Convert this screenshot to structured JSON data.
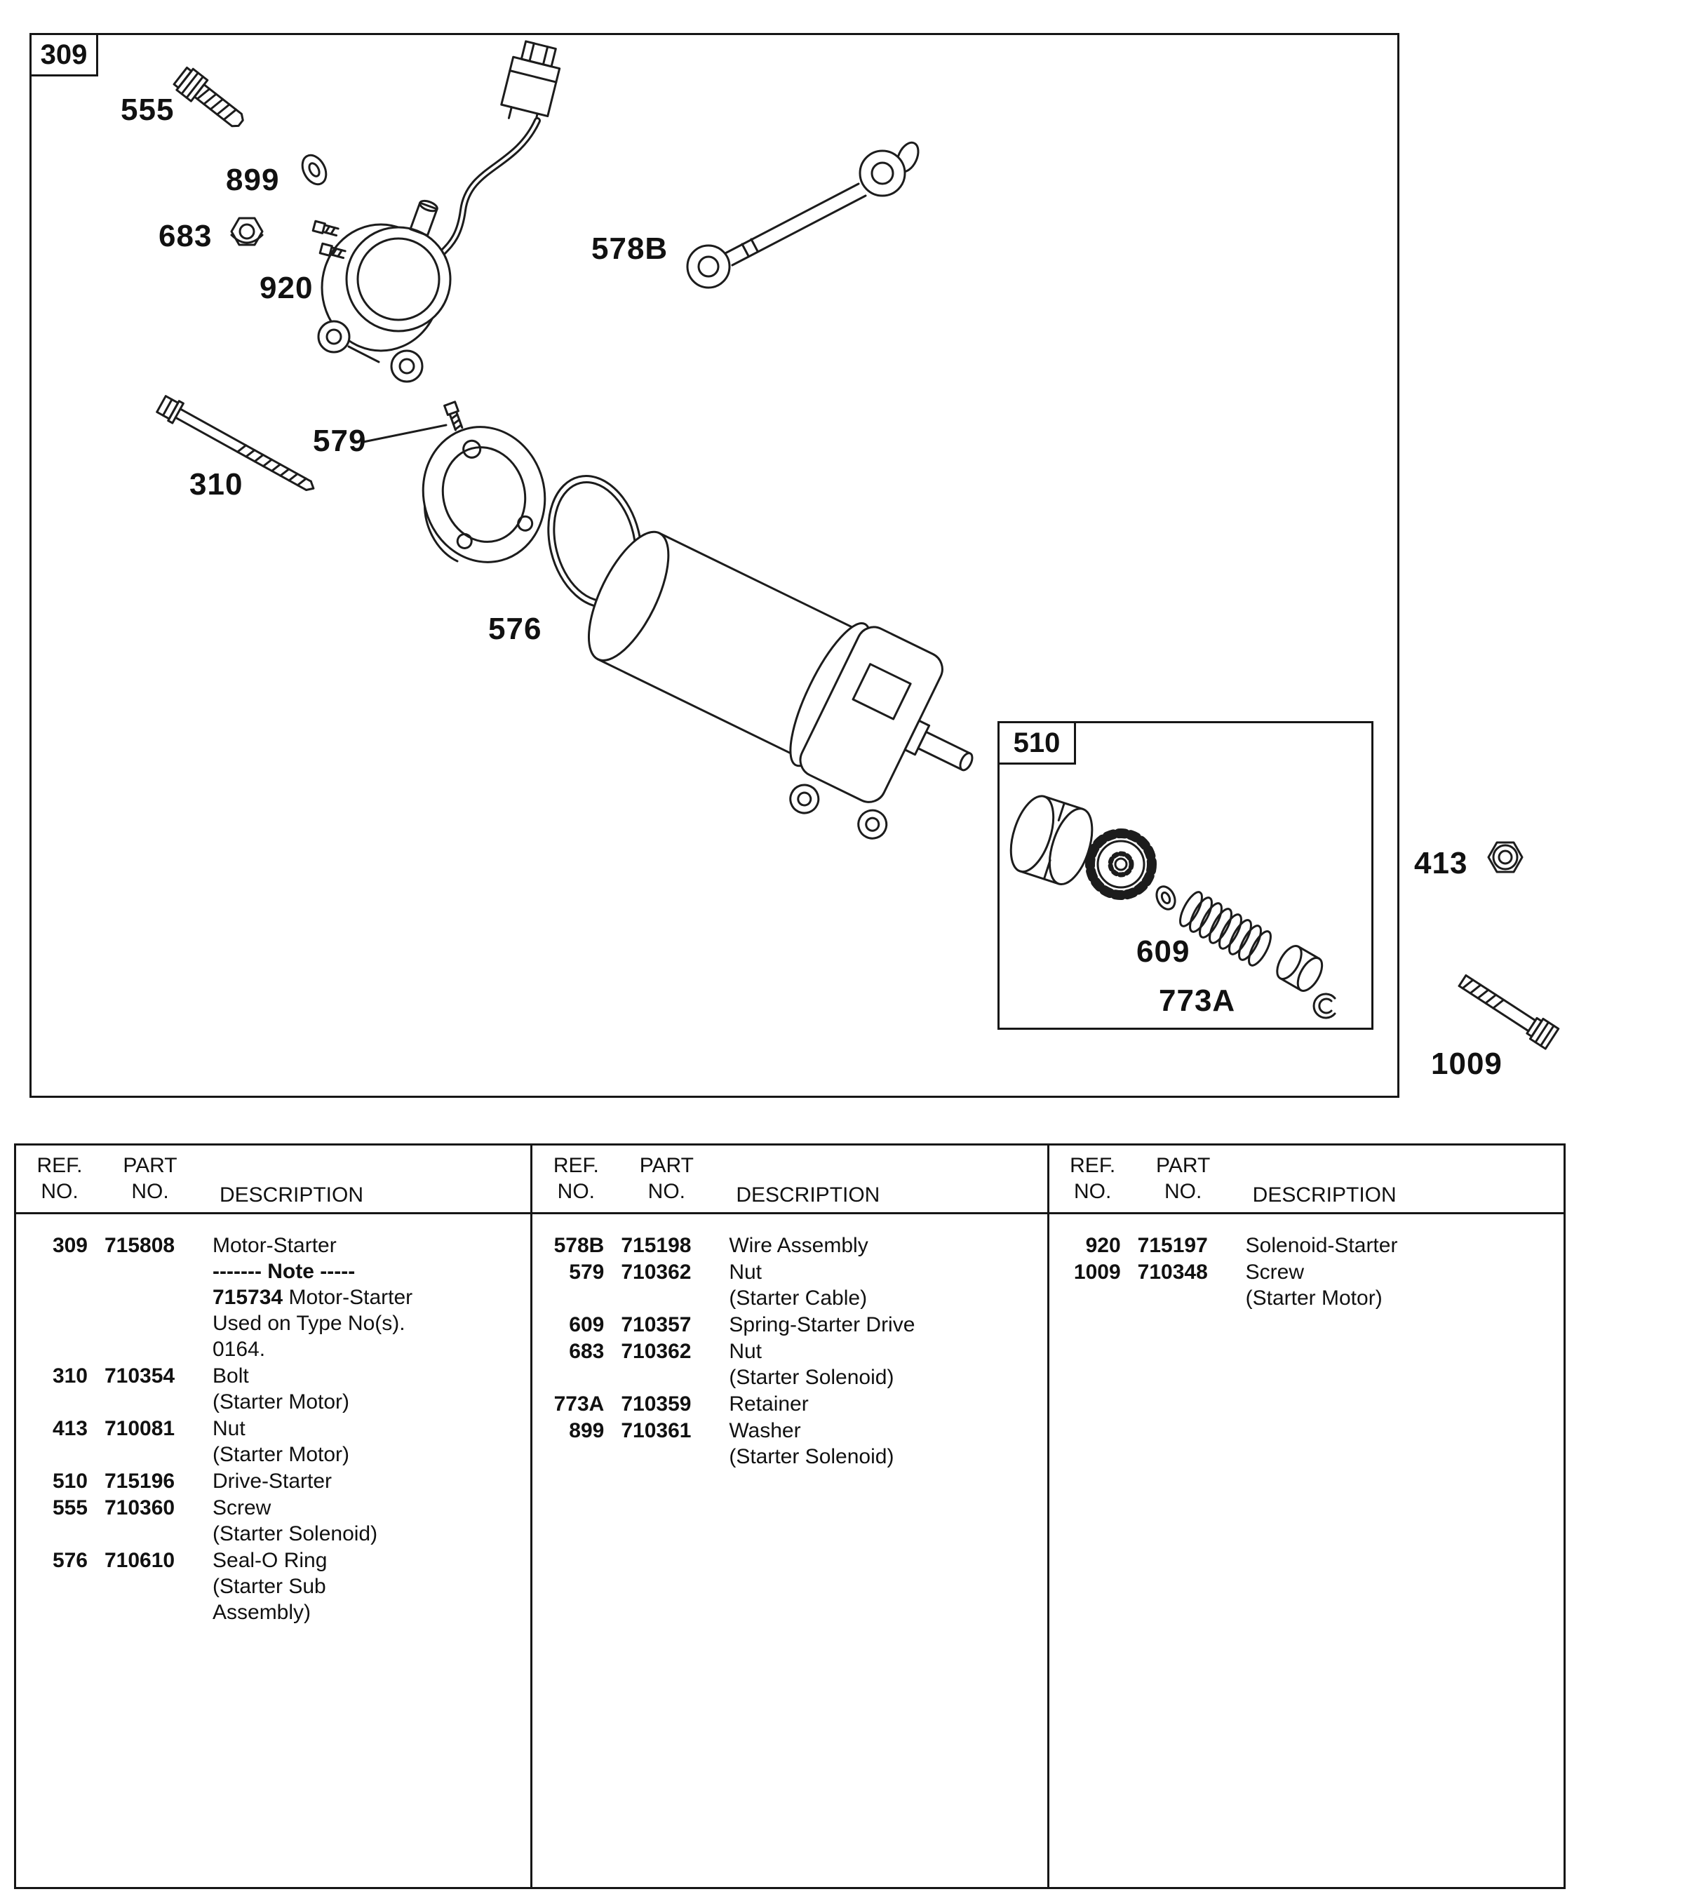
{
  "diagram": {
    "frame_label": "309",
    "inset_label": "510",
    "callouts": {
      "c555": "555",
      "c899": "899",
      "c683": "683",
      "c920": "920",
      "c578B": "578B",
      "c579": "579",
      "c310": "310",
      "c576": "576",
      "c609": "609",
      "c773A": "773A",
      "c413": "413",
      "c1009": "1009"
    }
  },
  "table": {
    "header": {
      "ref1": "REF.",
      "ref2": "NO.",
      "part1": "PART",
      "part2": "NO.",
      "desc": "DESCRIPTION"
    },
    "columns": [
      {
        "rows": [
          {
            "ref": "309",
            "part": "715808",
            "desc": [
              {
                "t": "Motor-Starter"
              },
              {
                "t": "------- Note -----",
                "b": true
              },
              {
                "t": "Motor-Starter",
                "bp": "715734"
              },
              {
                "t": "Used on Type No(s)."
              },
              {
                "t": "0164."
              }
            ]
          },
          {
            "ref": "310",
            "part": "710354",
            "desc": [
              {
                "t": "Bolt"
              },
              {
                "t": "(Starter Motor)"
              }
            ]
          },
          {
            "ref": "413",
            "part": "710081",
            "desc": [
              {
                "t": "Nut"
              },
              {
                "t": "(Starter Motor)"
              }
            ]
          },
          {
            "ref": "510",
            "part": "715196",
            "desc": [
              {
                "t": "Drive-Starter"
              }
            ]
          },
          {
            "ref": "555",
            "part": "710360",
            "desc": [
              {
                "t": "Screw"
              },
              {
                "t": "(Starter Solenoid)"
              }
            ]
          },
          {
            "ref": "576",
            "part": "710610",
            "desc": [
              {
                "t": "Seal-O Ring"
              },
              {
                "t": "(Starter Sub"
              },
              {
                "t": "Assembly)"
              }
            ]
          }
        ]
      },
      {
        "rows": [
          {
            "ref": "578B",
            "part": "715198",
            "desc": [
              {
                "t": "Wire Assembly"
              }
            ]
          },
          {
            "ref": "579",
            "part": "710362",
            "desc": [
              {
                "t": "Nut"
              },
              {
                "t": "(Starter Cable)"
              }
            ]
          },
          {
            "ref": "609",
            "part": "710357",
            "desc": [
              {
                "t": "Spring-Starter Drive"
              }
            ]
          },
          {
            "ref": "683",
            "part": "710362",
            "desc": [
              {
                "t": "Nut"
              },
              {
                "t": "(Starter Solenoid)"
              }
            ]
          },
          {
            "ref": "773A",
            "part": "710359",
            "desc": [
              {
                "t": "Retainer"
              }
            ]
          },
          {
            "ref": "899",
            "part": "710361",
            "desc": [
              {
                "t": "Washer"
              },
              {
                "t": "(Starter Solenoid)"
              }
            ]
          }
        ]
      },
      {
        "rows": [
          {
            "ref": "920",
            "part": "715197",
            "desc": [
              {
                "t": "Solenoid-Starter"
              }
            ]
          },
          {
            "ref": "1009",
            "part": "710348",
            "desc": [
              {
                "t": "Screw"
              },
              {
                "t": "(Starter Motor)"
              }
            ]
          }
        ]
      }
    ]
  }
}
